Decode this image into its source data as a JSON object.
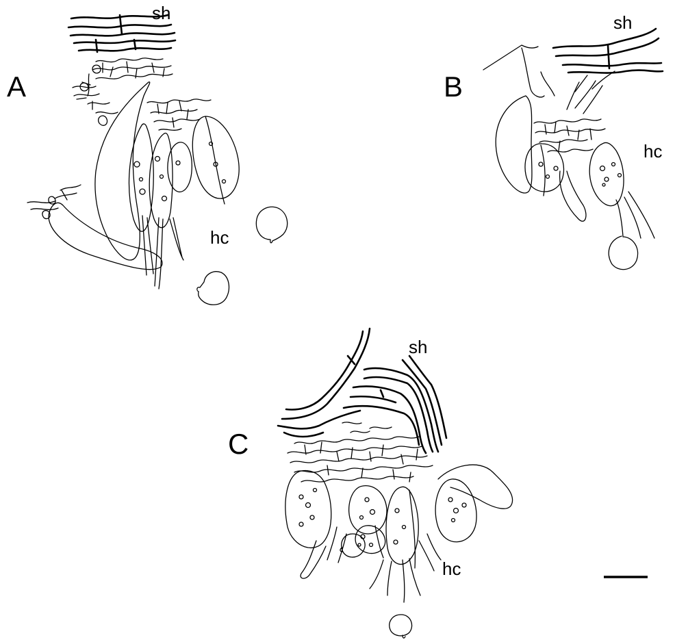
{
  "figure": {
    "panels": [
      {
        "letter": "A",
        "upper_label": "sh",
        "lower_label": "hc"
      },
      {
        "letter": "B",
        "upper_label": "sh",
        "lower_label": "hc"
      },
      {
        "letter": "C",
        "upper_label": "sh",
        "lower_label": "hc"
      }
    ],
    "line_color": "#000000",
    "background": "#ffffff"
  }
}
